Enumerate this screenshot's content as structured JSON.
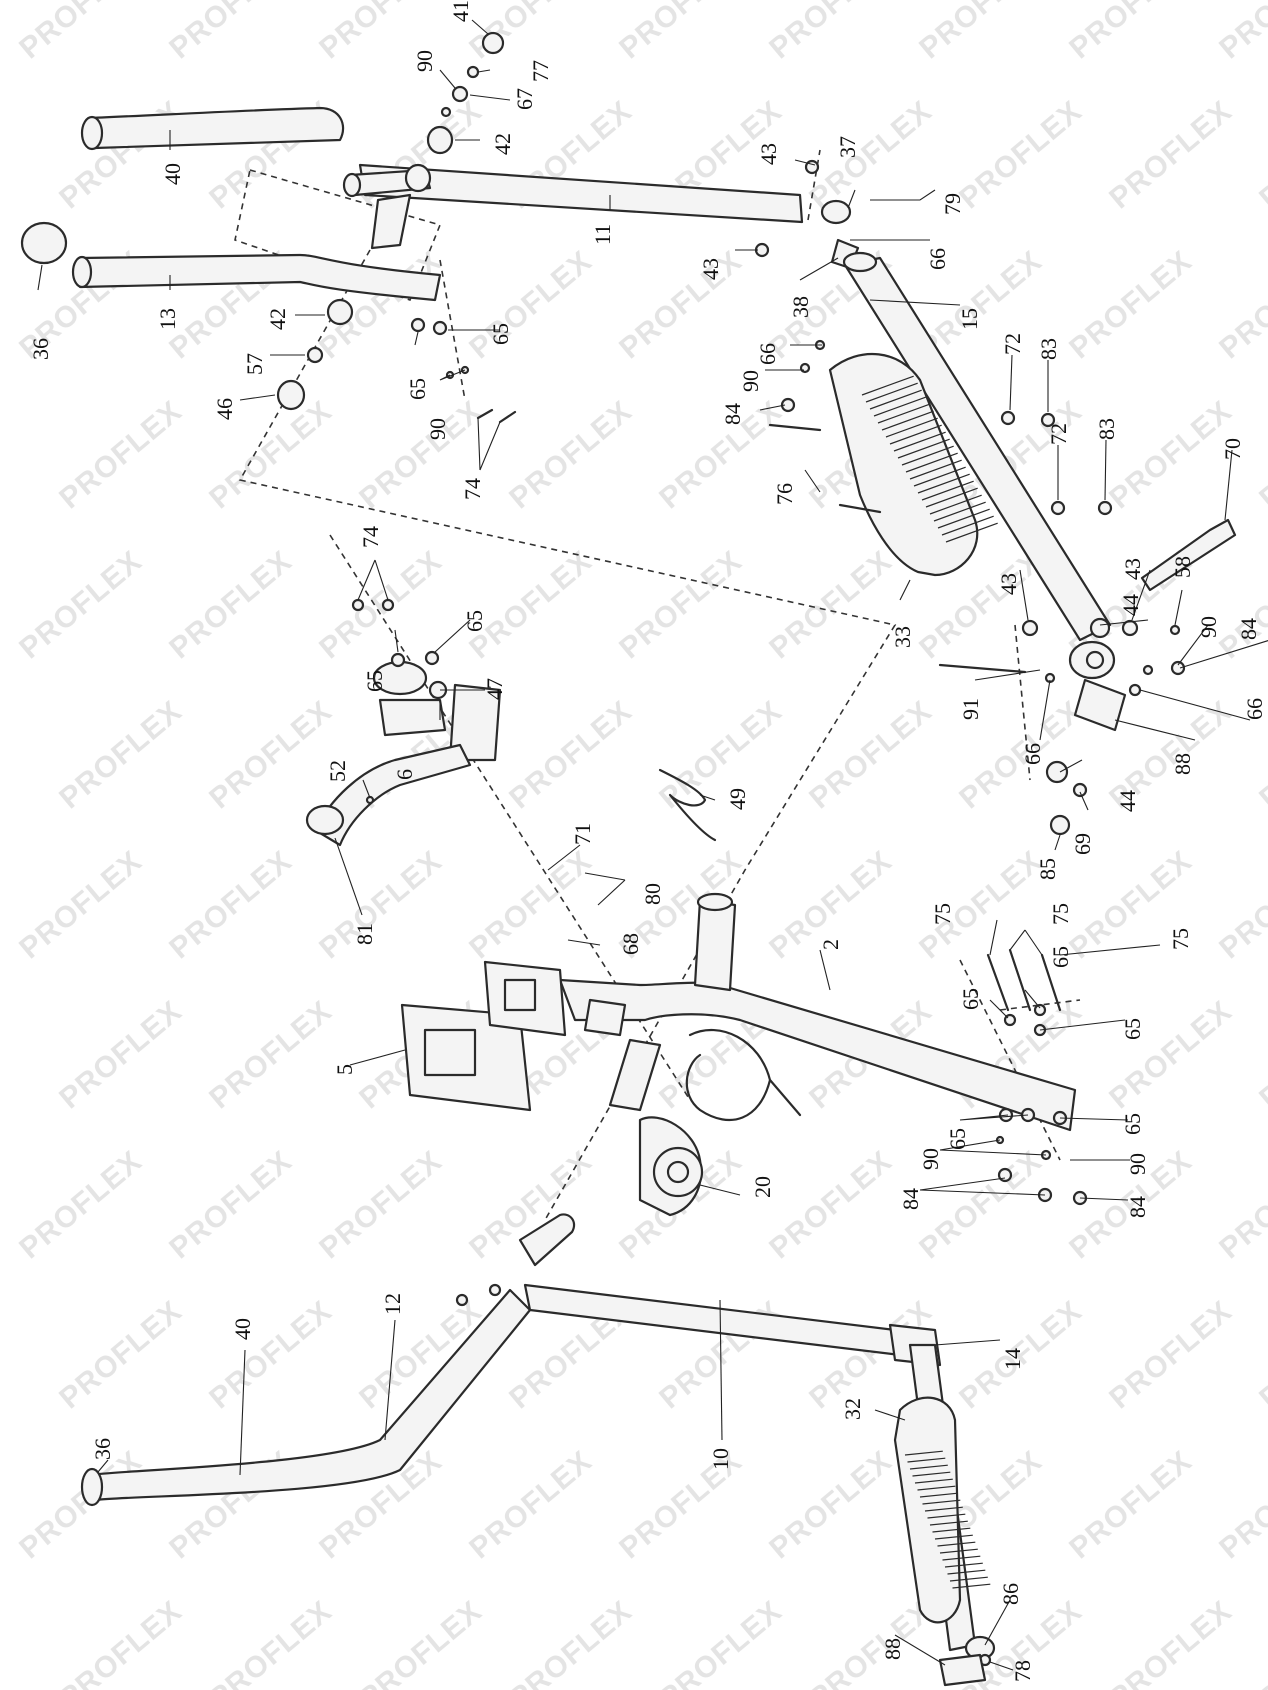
{
  "watermark": "PROFLEX",
  "callouts": [
    {
      "id": "l41",
      "text": "41"
    },
    {
      "id": "l90a",
      "text": "90"
    },
    {
      "id": "l77",
      "text": "77"
    },
    {
      "id": "l67",
      "text": "67"
    },
    {
      "id": "l40a",
      "text": "40"
    },
    {
      "id": "l42a",
      "text": "42"
    },
    {
      "id": "l43a",
      "text": "43"
    },
    {
      "id": "l37",
      "text": "37"
    },
    {
      "id": "l11",
      "text": "11"
    },
    {
      "id": "l43b",
      "text": "43"
    },
    {
      "id": "l79",
      "text": "79"
    },
    {
      "id": "l36a",
      "text": "36"
    },
    {
      "id": "l13",
      "text": "13"
    },
    {
      "id": "l42b",
      "text": "42"
    },
    {
      "id": "l57",
      "text": "57"
    },
    {
      "id": "l46",
      "text": "46"
    },
    {
      "id": "l65a",
      "text": "65"
    },
    {
      "id": "l65b",
      "text": "65"
    },
    {
      "id": "l90b",
      "text": "90"
    },
    {
      "id": "l74a",
      "text": "74"
    },
    {
      "id": "l38",
      "text": "38"
    },
    {
      "id": "l66a",
      "text": "66"
    },
    {
      "id": "l15",
      "text": "15"
    },
    {
      "id": "l66b",
      "text": "66"
    },
    {
      "id": "l90c",
      "text": "90"
    },
    {
      "id": "l84a",
      "text": "84"
    },
    {
      "id": "l72a",
      "text": "72"
    },
    {
      "id": "l83a",
      "text": "83"
    },
    {
      "id": "l76",
      "text": "76"
    },
    {
      "id": "l72b",
      "text": "72"
    },
    {
      "id": "l83b",
      "text": "83"
    },
    {
      "id": "l70",
      "text": "70"
    },
    {
      "id": "l74b",
      "text": "74"
    },
    {
      "id": "l65c",
      "text": "65"
    },
    {
      "id": "l65d",
      "text": "65"
    },
    {
      "id": "l47",
      "text": "47"
    },
    {
      "id": "l43c",
      "text": "43"
    },
    {
      "id": "l43d",
      "text": "43"
    },
    {
      "id": "l33",
      "text": "33"
    },
    {
      "id": "l58",
      "text": "58"
    },
    {
      "id": "l44a",
      "text": "44"
    },
    {
      "id": "l90d",
      "text": "90"
    },
    {
      "id": "l84b",
      "text": "84"
    },
    {
      "id": "l52",
      "text": "52"
    },
    {
      "id": "l6",
      "text": "6"
    },
    {
      "id": "l91",
      "text": "91"
    },
    {
      "id": "l66c",
      "text": "66"
    },
    {
      "id": "l66d",
      "text": "66"
    },
    {
      "id": "l88a",
      "text": "88"
    },
    {
      "id": "l49",
      "text": "49"
    },
    {
      "id": "l44b",
      "text": "44"
    },
    {
      "id": "l69",
      "text": "69"
    },
    {
      "id": "l85",
      "text": "85"
    },
    {
      "id": "l81",
      "text": "81"
    },
    {
      "id": "l71",
      "text": "71"
    },
    {
      "id": "l80",
      "text": "80"
    },
    {
      "id": "l68",
      "text": "68"
    },
    {
      "id": "l2",
      "text": "2"
    },
    {
      "id": "l75a",
      "text": "75"
    },
    {
      "id": "l75b",
      "text": "75"
    },
    {
      "id": "l75c",
      "text": "75"
    },
    {
      "id": "l65e",
      "text": "65"
    },
    {
      "id": "l65f",
      "text": "65"
    },
    {
      "id": "l65g",
      "text": "65"
    },
    {
      "id": "l5",
      "text": "5"
    },
    {
      "id": "l20",
      "text": "20"
    },
    {
      "id": "l65h",
      "text": "65"
    },
    {
      "id": "l65i",
      "text": "65"
    },
    {
      "id": "l90e",
      "text": "90"
    },
    {
      "id": "l90f",
      "text": "90"
    },
    {
      "id": "l84c",
      "text": "84"
    },
    {
      "id": "l84d",
      "text": "84"
    },
    {
      "id": "l36b",
      "text": "36"
    },
    {
      "id": "l40b",
      "text": "40"
    },
    {
      "id": "l12",
      "text": "12"
    },
    {
      "id": "l10",
      "text": "10"
    },
    {
      "id": "l14",
      "text": "14"
    },
    {
      "id": "l32",
      "text": "32"
    },
    {
      "id": "l86",
      "text": "86"
    },
    {
      "id": "l88b",
      "text": "88"
    },
    {
      "id": "l78",
      "text": "78"
    }
  ]
}
